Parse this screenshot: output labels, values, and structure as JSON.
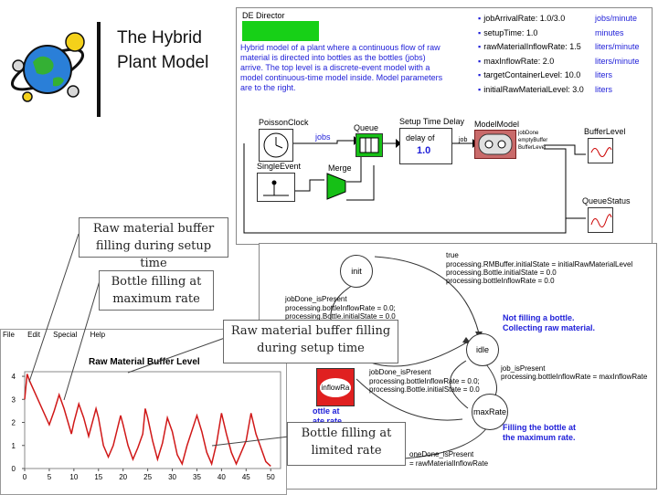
{
  "slide": {
    "title_line1": "The Hybrid",
    "title_line2": "Plant Model"
  },
  "ptolemy": {
    "director": "DE Director",
    "description": "Hybrid model of a plant where a continuous flow of raw material is directed into bottles as the bottles (jobs) arrive. The top level is a discrete-event model with a model continuous-time model inside. Model parameters are to the right.",
    "params": [
      {
        "name": "jobArrivalRate: 1.0/3.0",
        "unit": "jobs/minute"
      },
      {
        "name": "setupTime: 1.0",
        "unit": "minutes"
      },
      {
        "name": "rawMaterialInflowRate: 1.5",
        "unit": "liters/minute"
      },
      {
        "name": "maxInflowRate: 2.0",
        "unit": "liters/minute"
      },
      {
        "name": "targetContainerLevel: 10.0",
        "unit": "liters"
      },
      {
        "name": "initialRawMaterialLevel: 3.0",
        "unit": "liters"
      }
    ],
    "actors": {
      "poisson": "PoissonClock",
      "single": "SingleEvent",
      "queue": "Queue",
      "jobs": "jobs",
      "merge": "Merge",
      "setup": "Setup Time Delay",
      "delay_of": "delay of",
      "delay_val": "1.0",
      "job": "job",
      "model": "ModelModel",
      "port1": "jobDone",
      "port2": "emptyBuffer",
      "port3": "BufferLevel",
      "buffer": "BufferLevel",
      "queuestatus": "QueueStatus"
    }
  },
  "fsm": {
    "states": {
      "init": "init",
      "idle": "idle",
      "maxrate": "maxRate",
      "inflow": "inflowRa"
    },
    "true_guard": "true",
    "true_actions": [
      "processing.RMBuffer.initialState = initialRawMaterialLevel",
      "processing.Bottle.initialState = 0.0",
      "processing.bottleInflowRate = 0.0"
    ],
    "jobdone_guard": "jobDone_isPresent",
    "jobdone_actions": [
      "processing.bottleInflowRate = 0.0;",
      "processing.Bottle.initialState = 0.0"
    ],
    "notfilling": [
      "Not filling a bottle.",
      "Collecting raw material."
    ],
    "job_guard": "job_isPresent",
    "job_action": "processing.bottleInflowRate = maxInflowRate",
    "jobdone2_guard": "jobDone_isPresent",
    "jobdone2_actions": [
      "processing.bottleInflowRate = 0.0;",
      "processing.Bottle.initialState = 0.0"
    ],
    "filling": [
      "Filling the bottle at",
      "the maximum rate."
    ],
    "bottle_partial": [
      "ottle at",
      "ate rate"
    ],
    "bottom_guard": "oneDone_isPresent",
    "bottom_action": "= rawMaterialInflowRate"
  },
  "plot": {
    "menu": [
      "File",
      "Edit",
      "Special",
      "Help"
    ],
    "title": "Raw Material Buffer Level"
  },
  "chart_data": {
    "type": "line",
    "title": "Raw Material Buffer Level",
    "xlabel": "",
    "ylabel": "",
    "xlim": [
      0,
      52
    ],
    "ylim": [
      0,
      4.2
    ],
    "xticks": [
      "0",
      "5",
      "10",
      "15",
      "20",
      "25",
      "30",
      "35",
      "40",
      "45",
      "50"
    ],
    "yticks": [
      "0",
      "1",
      "2",
      "3",
      "4"
    ],
    "series": [
      {
        "x": [
          0,
          0.5,
          1,
          5,
          6,
          7,
          8,
          9.5,
          10,
          11,
          12,
          13,
          14.5,
          15,
          16,
          17,
          18,
          19.5,
          20,
          21,
          22,
          23,
          24,
          24.5,
          25,
          26,
          27,
          28,
          29,
          30,
          31,
          32,
          33,
          35,
          36,
          37,
          38,
          39,
          40,
          41,
          42,
          43,
          45,
          46,
          47,
          48,
          49,
          50
        ],
        "y": [
          3,
          4.1,
          3.8,
          1.9,
          2.5,
          3.2,
          2.6,
          1.5,
          2.0,
          2.8,
          2.2,
          1.4,
          2.6,
          2.2,
          1.0,
          0.5,
          1.0,
          2.3,
          1.9,
          1.0,
          0.4,
          0.9,
          1.5,
          2.6,
          2.2,
          1.2,
          0.4,
          1.1,
          2.2,
          1.6,
          0.6,
          0.2,
          1.0,
          2.3,
          1.6,
          0.7,
          0.2,
          1.1,
          2.4,
          1.5,
          0.7,
          0.2,
          1.2,
          2.4,
          1.5,
          0.9,
          0.3,
          0.1
        ]
      }
    ]
  },
  "callouts": {
    "c1": "Raw material buffer filling during setup time",
    "c2": "Bottle filling at maximum rate",
    "c3": "Raw material buffer filling during setup time",
    "c4": "Bottle filling at limited rate"
  }
}
